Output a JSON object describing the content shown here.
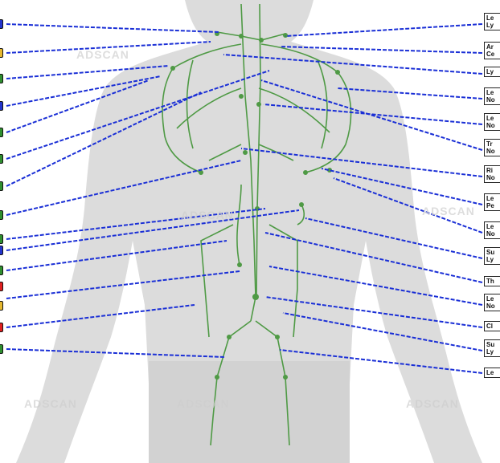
{
  "colors": {
    "leader": "#1a2fd6",
    "vessel": "#4f9a45",
    "skin": "#dcdcdc",
    "chip_blue": "#2233cc",
    "chip_yellow": "#e6b830",
    "chip_green": "#2f8f2f",
    "chip_red": "#e02020"
  },
  "watermark": "ADSCAN",
  "right_labels": [
    {
      "line1": "Le",
      "line2": "Ly"
    },
    {
      "line1": "Ar",
      "line2": "Ce"
    },
    {
      "line1": "Ly",
      "line2": ""
    },
    {
      "line1": "Le",
      "line2": "No"
    },
    {
      "line1": "Le",
      "line2": "No"
    },
    {
      "line1": "Tr",
      "line2": "No"
    },
    {
      "line1": "Ri",
      "line2": "No"
    },
    {
      "line1": "Le",
      "line2": "Pe"
    },
    {
      "line1": "Le",
      "line2": "No"
    },
    {
      "line1": "Su",
      "line2": "Ly"
    },
    {
      "line1": "Th",
      "line2": ""
    },
    {
      "line1": "Le",
      "line2": "No"
    },
    {
      "line1": "Cl",
      "line2": ""
    },
    {
      "line1": "Su",
      "line2": "Ly"
    },
    {
      "line1": "Le",
      "line2": ""
    }
  ],
  "left_chips": [
    {
      "color": "blue"
    },
    {
      "color": "yellow"
    },
    {
      "color": "green"
    },
    {
      "color": "blue"
    },
    {
      "color": "green"
    },
    {
      "color": "green"
    },
    {
      "color": "green"
    },
    {
      "color": "green"
    },
    {
      "color": "green"
    },
    {
      "color": "blue"
    },
    {
      "color": "green"
    },
    {
      "color": "red"
    },
    {
      "color": "yellow"
    },
    {
      "color": "red"
    },
    {
      "color": "green"
    }
  ]
}
